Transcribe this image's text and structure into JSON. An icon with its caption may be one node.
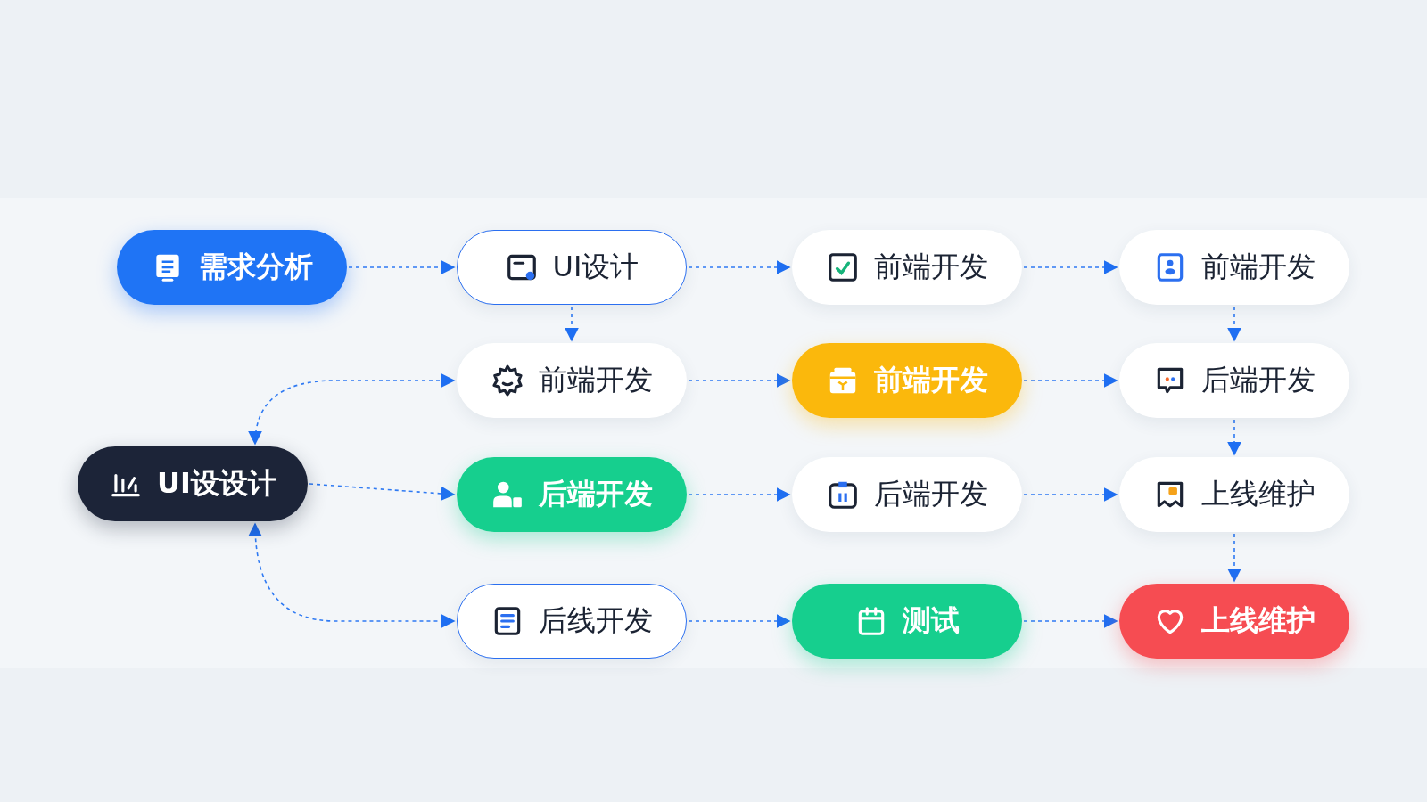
{
  "diagram": {
    "nodes": [
      {
        "text": [
          "需求分析"
        ]
      },
      {
        "text": [
          "UI设计"
        ]
      },
      {
        "text": [
          "前端开发"
        ]
      },
      {
        "text": [
          "前端开发"
        ]
      },
      {
        "text": [
          "前端开发"
        ]
      },
      {
        "text": [
          "前端开发"
        ]
      },
      {
        "text": [
          "后端开发"
        ]
      },
      {
        "text": [
          "UI设设计"
        ]
      },
      {
        "text": [
          "后端开发"
        ]
      },
      {
        "text": [
          "后端开发"
        ]
      },
      {
        "text": [
          "上线维护"
        ]
      },
      {
        "text": [
          "后线开发"
        ]
      },
      {
        "text": [
          "测试"
        ]
      },
      {
        "text": [
          "上线维护"
        ]
      }
    ],
    "edges": [
      {
        "from": 0,
        "to": 1,
        "arrow": "to"
      },
      {
        "from": 1,
        "to": 2,
        "arrow": "to"
      },
      {
        "from": 2,
        "to": 3,
        "arrow": "to"
      },
      {
        "from": 1,
        "to": 4,
        "arrow": "to"
      },
      {
        "from": 3,
        "to": 6,
        "arrow": "to"
      },
      {
        "from": 4,
        "to": 5,
        "arrow": "to"
      },
      {
        "from": 5,
        "to": 6,
        "arrow": "to"
      },
      {
        "from": 4,
        "to": 7,
        "arrow": "both"
      },
      {
        "from": 6,
        "to": 10,
        "arrow": "to"
      },
      {
        "from": 7,
        "to": 8,
        "arrow": "to"
      },
      {
        "from": 8,
        "to": 9,
        "arrow": "to"
      },
      {
        "from": 9,
        "to": 10,
        "arrow": "to"
      },
      {
        "from": 7,
        "to": 11,
        "arrow": "both"
      },
      {
        "from": 10,
        "to": 13,
        "arrow": "to"
      },
      {
        "from": 11,
        "to": 12,
        "arrow": "to"
      },
      {
        "from": 12,
        "to": 13,
        "arrow": "to"
      }
    ]
  }
}
